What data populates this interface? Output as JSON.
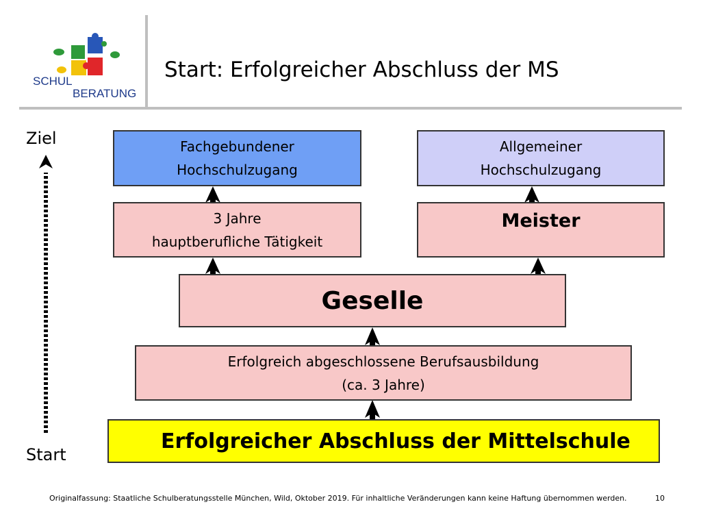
{
  "title": "Start: Erfolgreicher Abschluss der MS",
  "logo": {
    "word1": "SCHUL",
    "word2": "BERATUNG"
  },
  "side": {
    "top_label": "Ziel",
    "bottom_label": "Start"
  },
  "boxes": {
    "fachgebunden": {
      "line1": "Fachgebundener",
      "line2": "Hochschulzugang"
    },
    "allgemein": {
      "line1": "Allgemeiner",
      "line2": "Hochschulzugang"
    },
    "taetigkeit": {
      "line1": "3 Jahre",
      "line2": "hauptberufliche Tätigkeit"
    },
    "meister": "Meister",
    "geselle": "Geselle",
    "ausbildung": {
      "line1": "Erfolgreich abgeschlossene Berufsausbildung",
      "line2": "(ca. 3 Jahre)"
    },
    "mittelschule": "Erfolgreicher Abschluss der Mittelschule"
  },
  "footer": "Originalfassung: Staatliche Schulberatungsstelle München, Wild, Oktober 2019. Für inhaltliche Veränderungen kann keine Haftung übernommen werden.",
  "page_number": "10",
  "colors": {
    "pink": "#f8c8c8",
    "blue": "#6f9ff5",
    "lavender": "#cfcff8",
    "yellow": "#ffff00"
  }
}
